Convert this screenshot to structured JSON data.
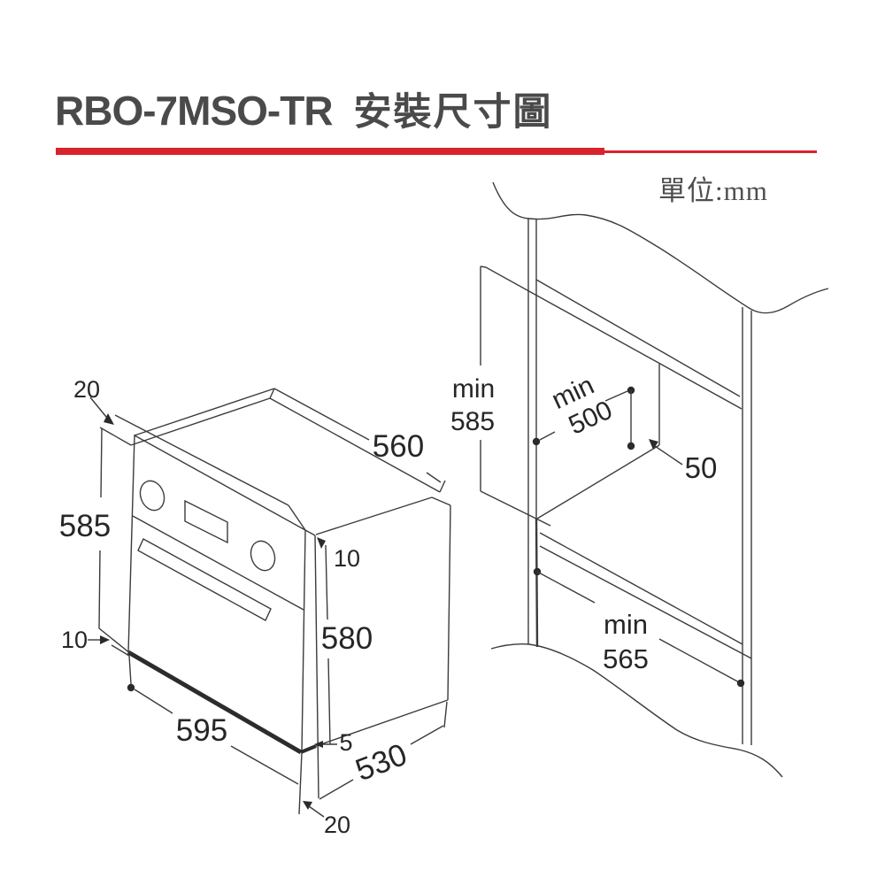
{
  "title": {
    "model": "RBO-7MSO-TR",
    "subject": "安裝尺寸圖"
  },
  "unit_note": "單位:mm",
  "colors": {
    "accent_red": "#d8232a",
    "ink": "#3b3b3b"
  },
  "oven": {
    "d20_top": "20",
    "d560": "560",
    "d585": "585",
    "d10_top": "10",
    "d580": "580",
    "d10_bottom": "10",
    "d595": "595",
    "d5": "5",
    "d530": "530",
    "d20_bottom": "20"
  },
  "cabinet": {
    "min_word_height": "min",
    "min_height": "585",
    "min_word_depth": "min",
    "min_depth": "500",
    "rear_gap": "50",
    "min_word_base": "min",
    "min_base": "565"
  }
}
